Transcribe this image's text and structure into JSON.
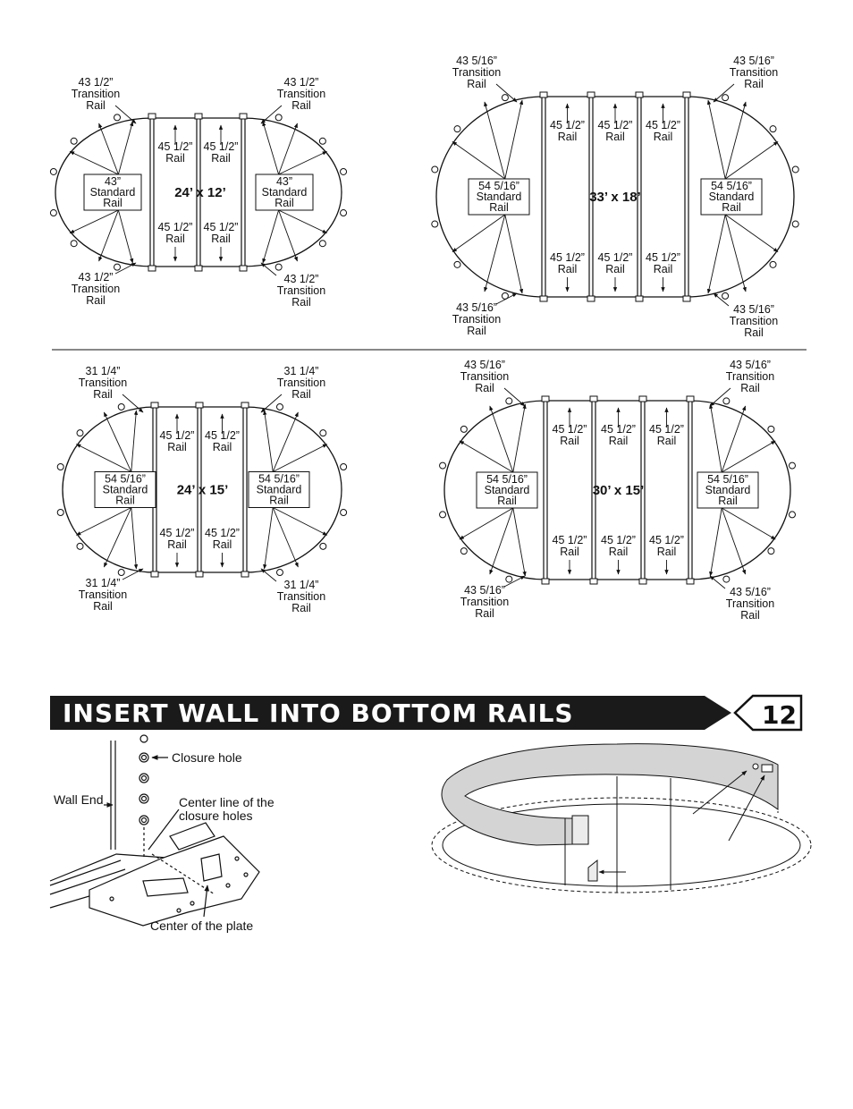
{
  "diagrams": [
    {
      "size": "24’ x 12’",
      "end_rail": "43”\nStandard\nRail",
      "transition_tl": "43 1/2”\nTransition\nRail",
      "transition_tr": "43 1/2”\nTransition\nRail",
      "transition_bl": "43 1/2”\nTransition\nRail",
      "transition_br": "43 1/2”\nTransition\nRail",
      "center_rail": "45 1/2”\nRail"
    },
    {
      "size": "33’ x 18’",
      "end_rail": "54 5/16”\nStandard\nRail",
      "transition_tl": "43 5/16”\nTransition\nRail",
      "transition_tr": "43 5/16”\nTransition\nRail",
      "transition_bl": "43 5/16”\nTransition\nRail",
      "transition_br": "43 5/16”\nTransition\nRail",
      "center_rail": "45 1/2”\nRail"
    },
    {
      "size": "24’ x 15’",
      "end_rail": "54 5/16”\nStandard\nRail",
      "transition_tl": "31 1/4”\nTransition\nRail",
      "transition_tr": "31 1/4”\nTransition\nRail",
      "transition_bl": "31 1/4”\nTransition\nRail",
      "transition_br": "31 1/4”\nTransition\nRail",
      "center_rail": "45 1/2”\nRail"
    },
    {
      "size": "30’ x 15’",
      "end_rail": "54 5/16”\nStandard\nRail",
      "transition_tl": "43 5/16”\nTransition\nRail",
      "transition_tr": "43 5/16”\nTransition\nRail",
      "transition_bl": "43 5/16”\nTransition\nRail",
      "transition_br": "43 5/16”\nTransition\nRail",
      "center_rail": "45 1/2”\nRail"
    }
  ],
  "section": {
    "title": "INSERT WALL INTO BOTTOM RAILS",
    "step": "12"
  },
  "detail": {
    "closure_hole": "Closure hole",
    "wall_end": "Wall End",
    "center_line": "Center line of the\nclosure holes",
    "center_plate": "Center of the plate"
  },
  "colors": {
    "banner": "#1a1a1a",
    "wall_fill": "#d4d4d4",
    "line": "#1a1a1a"
  }
}
